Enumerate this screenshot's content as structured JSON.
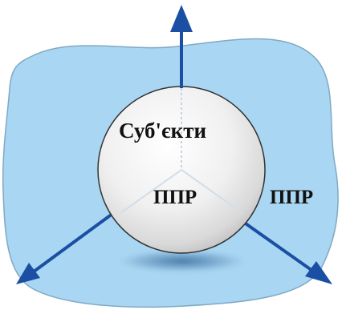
{
  "diagram": {
    "labels": {
      "subjects": "Суб'єкти",
      "ppr_inner": "ППР",
      "ppr_outer": "ППР"
    },
    "arrow_directions": [
      "up",
      "lower-left",
      "lower-right"
    ]
  },
  "colors": {
    "cloud_fill": "#a9d6f2",
    "cloud_stroke": "#7fa9c4",
    "sphere_fill": "#ececec",
    "sphere_stroke": "#333333",
    "arrow": "#1a4fa3",
    "text": "#111111"
  }
}
